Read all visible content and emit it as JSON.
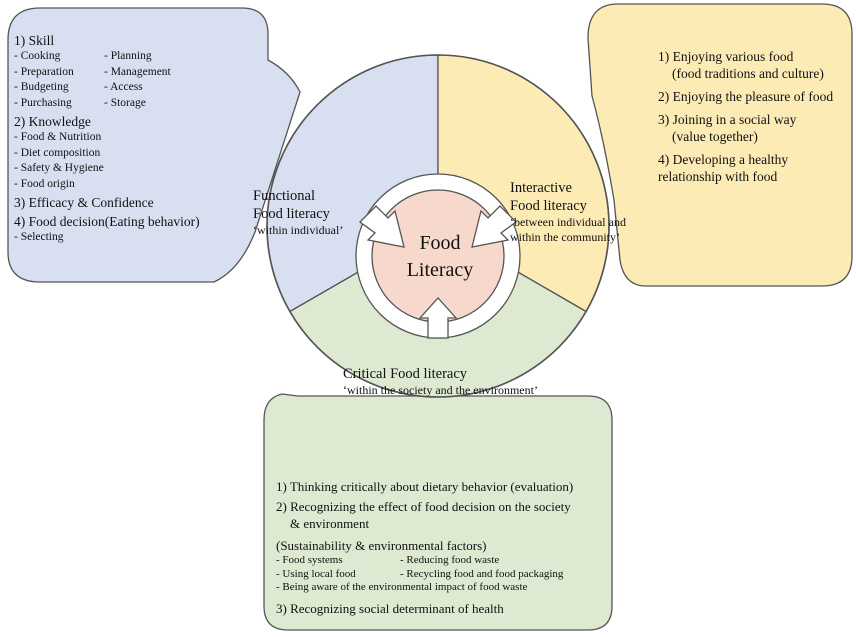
{
  "center": {
    "line1": "Food",
    "line2": "Literacy"
  },
  "colors": {
    "functional": "#d7dff0",
    "interactive": "#fdebb6",
    "critical": "#dde9d0",
    "core": "#f7d8cc",
    "stroke": "#555555"
  },
  "sectors": {
    "functional": {
      "line1": "Functional",
      "line2": "Food literacy",
      "quote": "‘within individual’"
    },
    "interactive": {
      "line1": "Interactive",
      "line2": "Food literacy",
      "quote1": "‘between individual and",
      "quote2": "within the community’"
    },
    "critical": {
      "line1": "Critical Food literacy",
      "quote": "‘within the society and the environment’"
    }
  },
  "functional_box": {
    "skill": "1) Skill",
    "skill_items": [
      [
        "- Cooking",
        "- Planning"
      ],
      [
        "- Preparation",
        "- Management"
      ],
      [
        "- Budgeting",
        "- Access"
      ],
      [
        "- Purchasing",
        "- Storage"
      ]
    ],
    "knowledge": "2) Knowledge",
    "knowledge_items": [
      "- Food & Nutrition",
      "- Diet composition",
      "- Safety & Hygiene",
      "- Food origin"
    ],
    "efficacy": "3) Efficacy & Confidence",
    "decision": "4) Food decision(Eating behavior)",
    "decision_items": [
      "- Selecting"
    ]
  },
  "interactive_box": {
    "i1a": "1) Enjoying various food",
    "i1b": "(food traditions and culture)",
    "i2": "2) Enjoying the pleasure of food",
    "i3a": "3) Joining in a social way",
    "i3b": "(value together)",
    "i4a": "4) Developing a healthy",
    "i4b": "relationship with food"
  },
  "critical_box": {
    "c1": "1) Thinking critically about dietary behavior (evaluation)",
    "c2a": "2) Recognizing the effect of food decision on the society",
    "c2b": "& environment",
    "c2c": "(Sustainability & environmental factors)",
    "sub_rows": [
      [
        "- Food systems",
        "- Reducing food waste"
      ],
      [
        "- Using local food",
        "- Recycling food and food packaging"
      ]
    ],
    "sub_full": "- Being aware of the environmental impact of food waste",
    "c3": "3) Recognizing social determinant of health"
  }
}
